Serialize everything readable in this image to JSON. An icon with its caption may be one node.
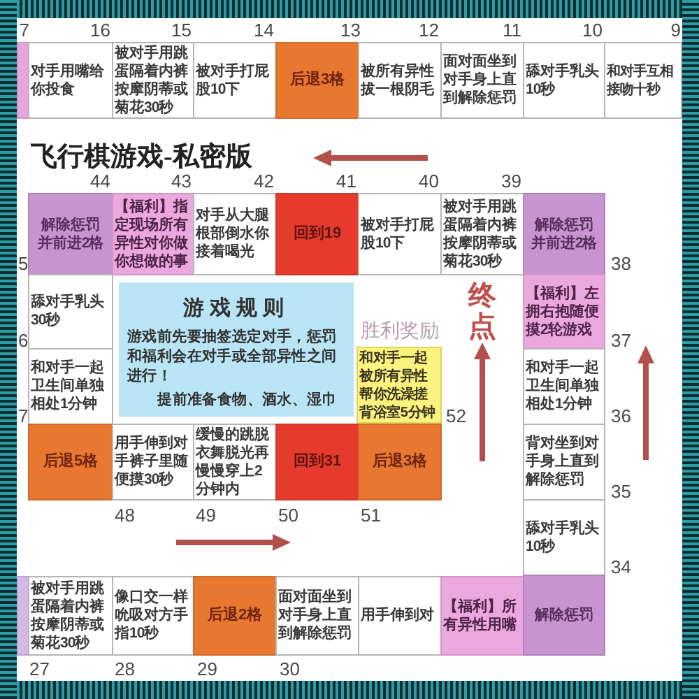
{
  "diagram": {
    "title": "飞行棋游戏-私密版",
    "nodes": [
      {
        "text": [],
        "shape": "box",
        "beside": [
          "7"
        ]
      },
      {
        "text": [
          "对手用嘴给你投食"
        ],
        "beside": [
          "16"
        ]
      },
      {
        "text": [
          "被对手用跳蛋隔着内裤按摩阴蒂或菊花30秒"
        ],
        "beside": [
          "15"
        ]
      },
      {
        "text": [
          "被对手打屁股10下"
        ],
        "beside": [
          "14"
        ]
      },
      {
        "text": [
          "后退3格"
        ],
        "beside": [
          "13"
        ]
      },
      {
        "text": [
          "被所有异性拔一根阴毛"
        ],
        "beside": [
          "12"
        ]
      },
      {
        "text": [
          "面对面坐到对手身上直到解除惩罚"
        ],
        "beside": [
          "11"
        ]
      },
      {
        "text": [
          "舔对手乳头10秒"
        ],
        "beside": [
          "10"
        ]
      },
      {
        "text": [
          "和对手互相接吻十秒"
        ],
        "beside": [
          "9"
        ]
      },
      {
        "text": [
          "解除惩罚并前进2格"
        ],
        "beside": [
          "44"
        ]
      },
      {
        "text": [
          "【福利】指定现场所有异性对你做你想做的事"
        ],
        "beside": [
          "43"
        ]
      },
      {
        "text": [
          "对手从大腿根部倒水你接着喝光"
        ],
        "beside": [
          "42"
        ]
      },
      {
        "text": [
          "回到19"
        ],
        "beside": [
          "41"
        ]
      },
      {
        "text": [
          "被对手打屁股10下"
        ],
        "beside": [
          "40"
        ]
      },
      {
        "text": [
          "被对手用跳蛋隔着内裤按摩阴蒂或菊花30秒"
        ],
        "beside": [
          "39"
        ]
      },
      {
        "text": [
          "解除惩罚并前进2格"
        ],
        "beside": [
          "38"
        ]
      },
      {
        "text": [
          "舔对手乳头30秒"
        ],
        "beside": [
          "5"
        ]
      },
      {
        "text": [
          "游戏规则",
          "游戏前先要抽签选定对手，惩罚和福利会在对手或全部异性之间进行！",
          "提前准备食物、酒水、湿巾"
        ]
      },
      {
        "text": [
          "终点"
        ]
      },
      {
        "text": [
          "【福利】左拥右抱随便摸2轮游戏"
        ],
        "beside": [
          "37"
        ]
      },
      {
        "text": [
          "和对手一起卫生间单独相处1分钟"
        ],
        "beside": [
          "6"
        ]
      },
      {
        "text": [
          "胜利奖励",
          "和对手一起被所有异性帮你洗澡搓背浴室5分钟"
        ],
        "beside": [
          "52"
        ]
      },
      {
        "text": [
          "和对手一起卫生间单独相处1分钟"
        ],
        "beside": [
          "36"
        ]
      },
      {
        "text": [
          "后退5格"
        ],
        "beside": [
          "7"
        ]
      },
      {
        "text": [
          "用手伸到对手裤子里随便摸30秒"
        ],
        "beside": [
          "48"
        ]
      },
      {
        "text": [
          "缓慢的跳脱衣舞脱光再慢慢穿上2分钟内"
        ],
        "beside": [
          "49"
        ]
      },
      {
        "text": [
          "回到31"
        ],
        "beside": [
          "50"
        ]
      },
      {
        "text": [
          "后退3格"
        ],
        "beside": [
          "51"
        ]
      },
      {
        "text": [
          "背对坐到对手身上直到解除惩罚"
        ],
        "beside": [
          "35"
        ]
      },
      {
        "text": [
          "舔对手乳头10秒"
        ],
        "beside": [
          "34"
        ]
      },
      {
        "text": [],
        "shape": "box"
      },
      {
        "text": [
          "被对手用跳蛋隔着内裤按摩阴蒂或菊花30秒"
        ],
        "beside": [
          "27"
        ]
      },
      {
        "text": [
          "像口交一样吮吸对方手指10秒"
        ],
        "beside": [
          "28"
        ]
      },
      {
        "text": [
          "后退2格"
        ],
        "beside": [
          "29"
        ]
      },
      {
        "text": [
          "面对面坐到对手身上直到解除惩罚"
        ],
        "beside": [
          "30"
        ]
      },
      {
        "text": [
          "用手伸到对"
        ]
      },
      {
        "text": [
          "【福利】所有异性用嘴"
        ]
      },
      {
        "text": [
          "解除惩罚"
        ]
      }
    ],
    "edges": [
      {
        "from": null,
        "to": 18,
        "arrow": "to"
      }
    ]
  }
}
